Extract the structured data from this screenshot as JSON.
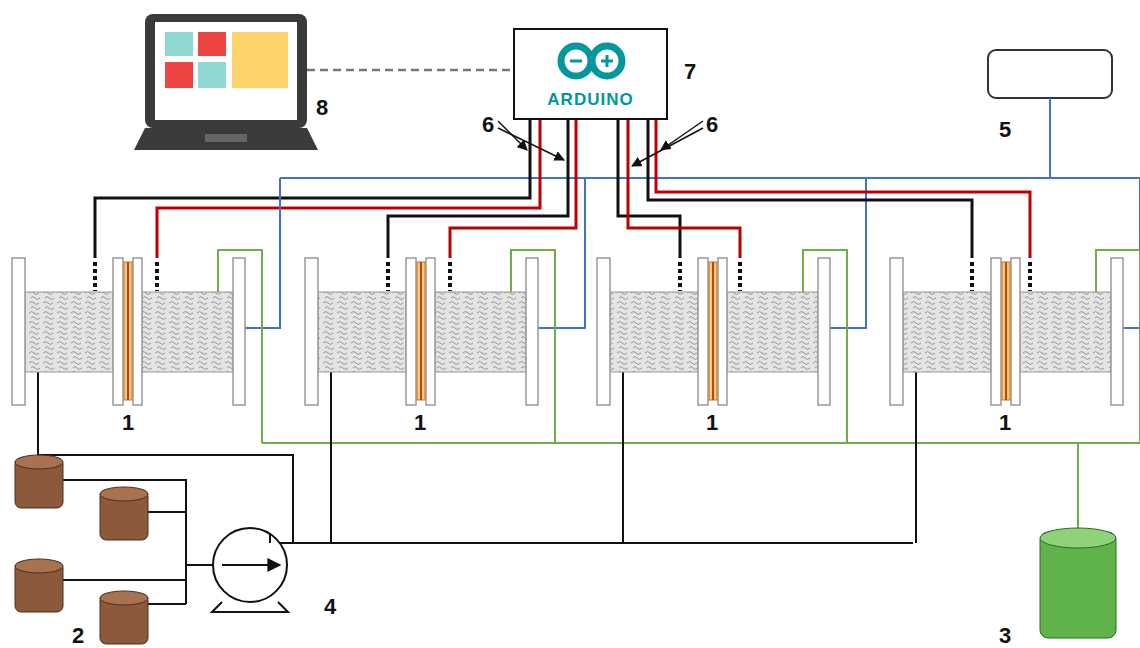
{
  "diagram": {
    "nodes": [
      {
        "text": [
          "ARDUINO"
        ]
      }
    ],
    "labels": [
      "8",
      "6",
      "6",
      "7",
      "5",
      "1",
      "1",
      "1",
      "1",
      "2",
      "4",
      "3"
    ]
  }
}
